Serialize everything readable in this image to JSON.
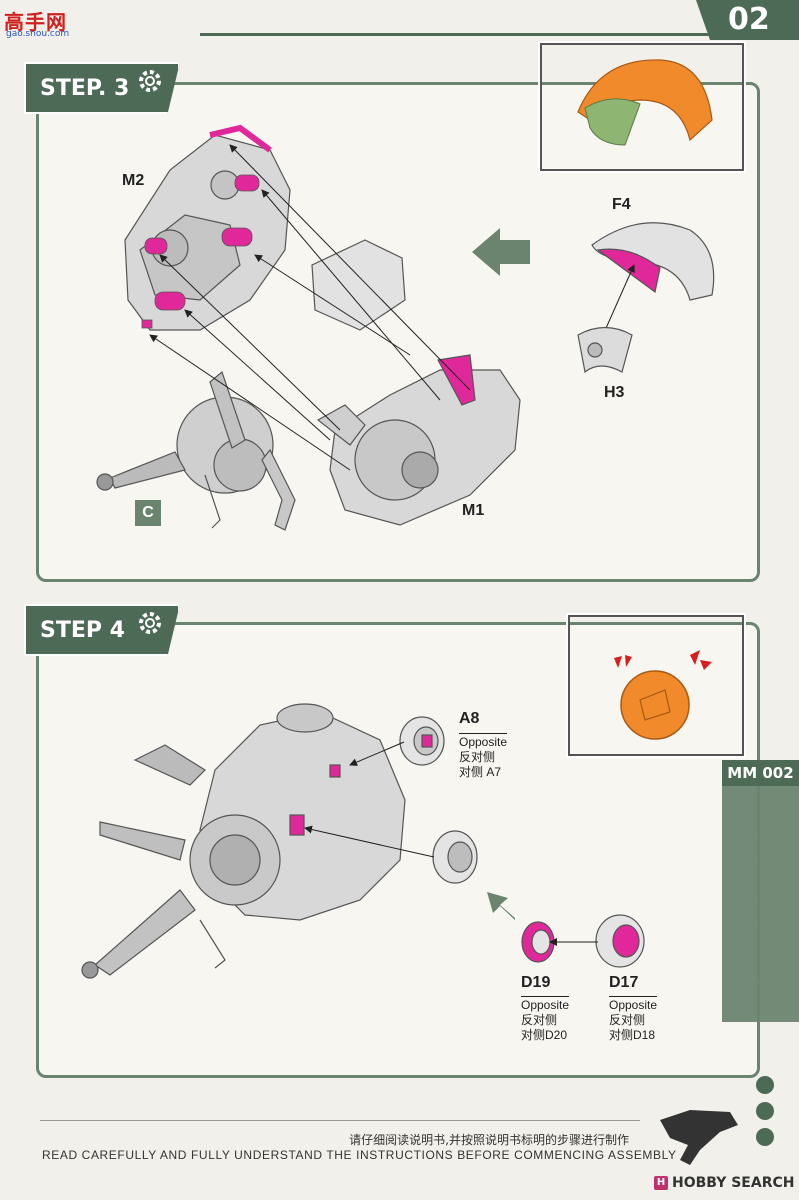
{
  "watermark": {
    "main": "高手网",
    "sub": "gao.shou.com"
  },
  "page_number": "02",
  "step3": {
    "title": "STEP. 3",
    "parts": {
      "m2": "M2",
      "m1": "M1",
      "f4": "F4",
      "h3": "H3",
      "c": "C"
    }
  },
  "step4": {
    "title": "STEP 4",
    "a8": {
      "code": "A8",
      "line1": "Opposite",
      "line2": "反对侧",
      "line3": "对侧 A7"
    },
    "d19": {
      "code": "D19",
      "line1": "Opposite",
      "line2": "反对侧",
      "line3": "对侧D20"
    },
    "d17": {
      "code": "D17",
      "line1": "Opposite",
      "line2": "反对侧",
      "line3": "对侧D18"
    }
  },
  "side_tab": {
    "label": "MM 002"
  },
  "footer": {
    "cn": "请仔细阅读说明书,并按照说明书标明的步骤进行制作",
    "en": "READ CAREFULLY AND FULLY UNDERSTAND THE INSTRUCTIONS BEFORE COMMENCING ASSEMBLY",
    "brand": "HOBBY SEARCH",
    "brand_badge": "H"
  },
  "colors": {
    "accent_green": "#4d6a57",
    "panel_border": "#6a8470",
    "highlight_pink": "#e0289a",
    "ref_orange": "#f08a2a",
    "ref_green": "#8fb573"
  }
}
